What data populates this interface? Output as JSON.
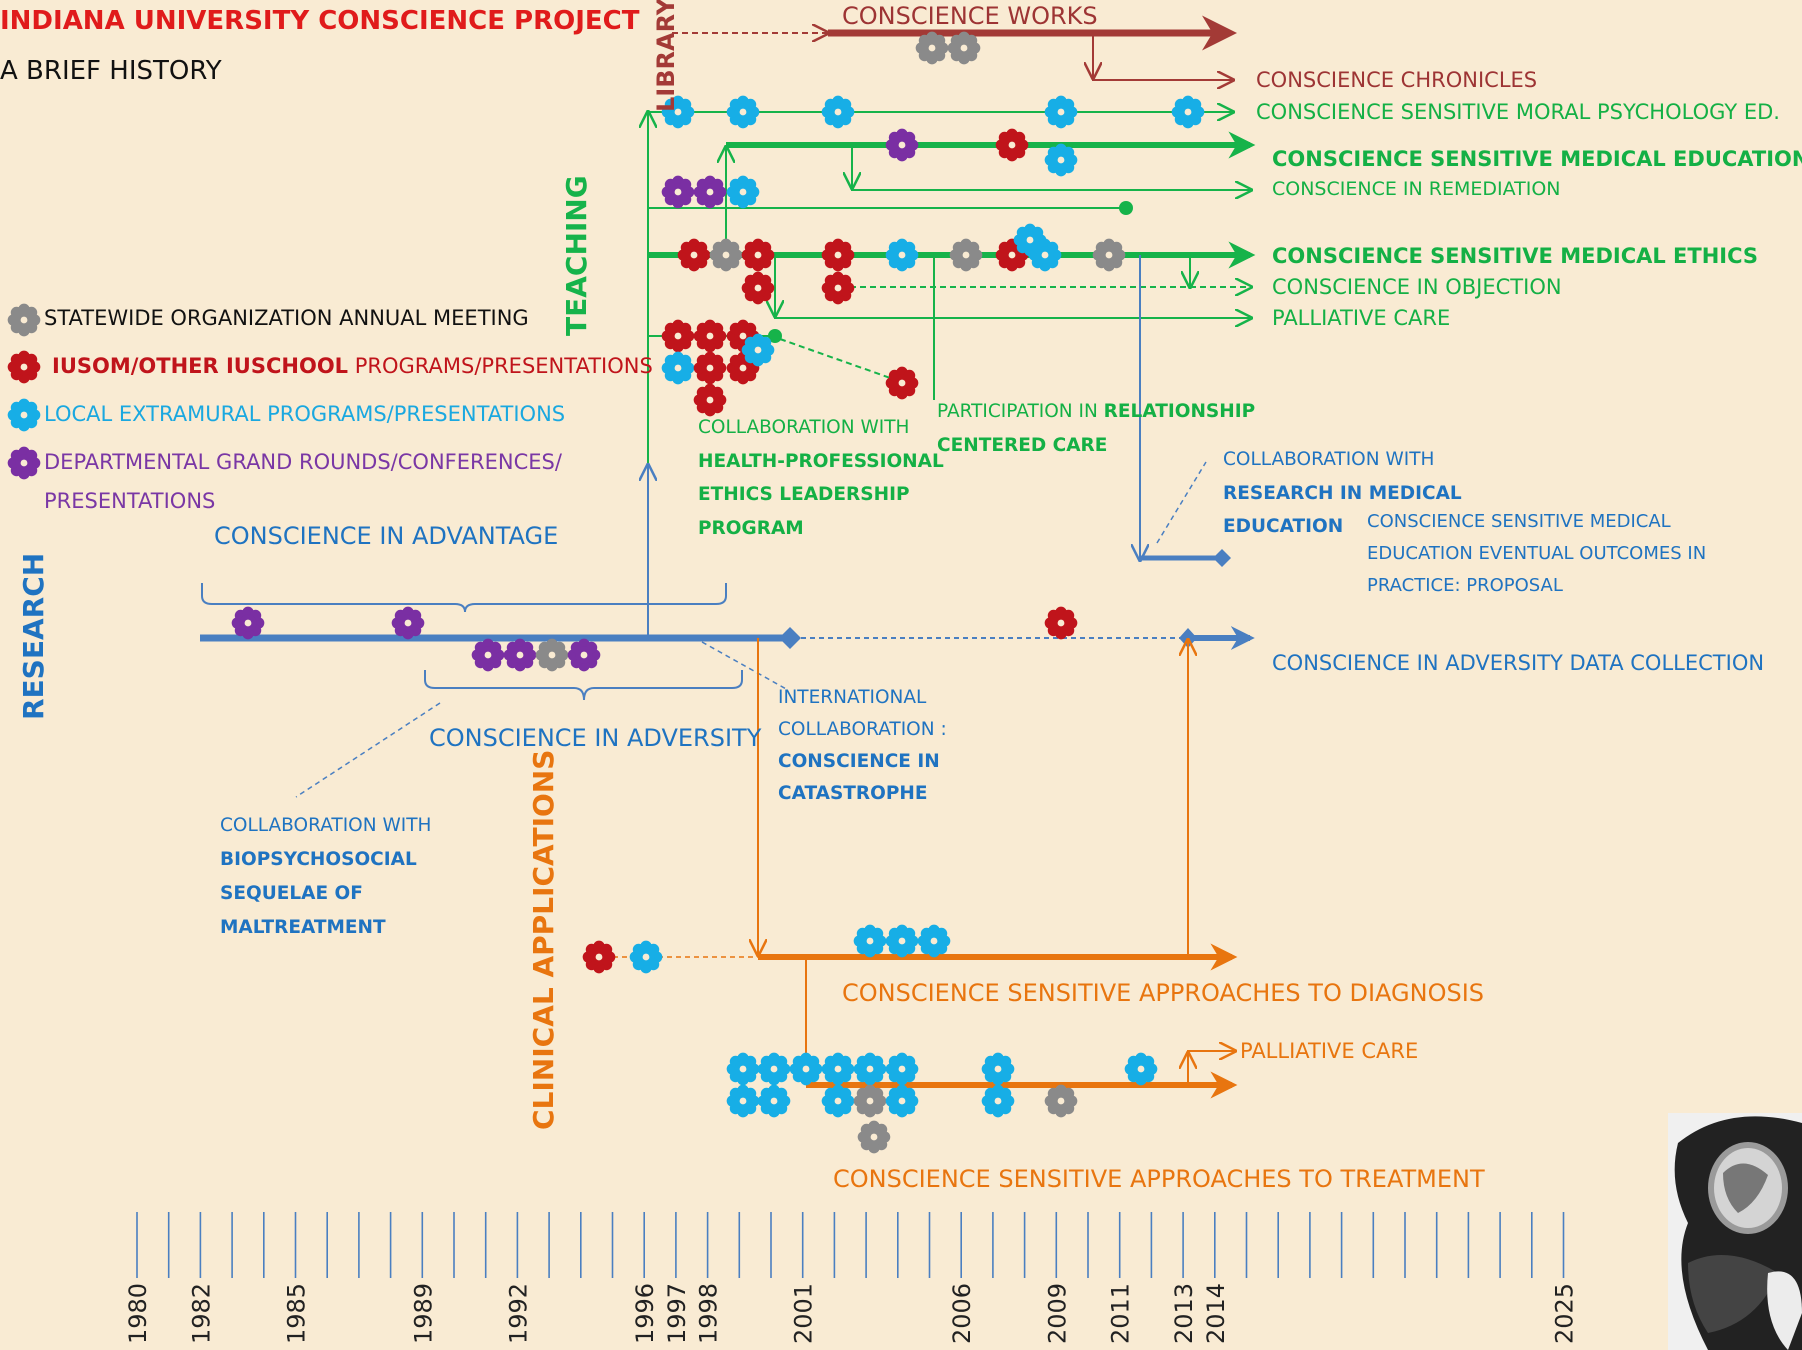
{
  "title": "INDIANA UNIVERSITY CONSCIENCE PROJECT",
  "subtitle": "A BRIEF HISTORY",
  "axis_labels": {
    "library": "LIBRARY",
    "teaching": "TEACHING",
    "research": "RESEARCH",
    "clinical": "CLINICAL APPLICATIONS"
  },
  "legend": {
    "statewide": "STATEWIDE ORGANIZATION ANNUAL MEETING",
    "iusom_bold": "IUSOM/OTHER IUSCHOOL",
    "iusom_rest": " PROGRAMS/PRESENTATIONS",
    "local": "LOCAL EXTRAMURAL PROGRAMS/PRESENTATIONS",
    "dept_line1": "DEPARTMENTAL GRAND ROUNDS/CONFERENCES/",
    "dept_line2": "PRESENTATIONS"
  },
  "tracks": {
    "works": "CONSCIENCE WORKS",
    "chronicles": "CONSCIENCE CHRONICLES",
    "moral_psych": "CONSCIENCE SENSITIVE MORAL  PSYCHOLOGY ED.",
    "med_ed": "CONSCIENCE SENSITIVE MEDICAL EDUCATION",
    "remediation": "CONSCIENCE IN REMEDIATION",
    "med_ethics": "CONSCIENCE SENSITIVE MEDICAL ETHICS",
    "objection": "CONSCIENCE IN OBJECTION",
    "palliative_teach": "PALLIATIVE  CARE",
    "advantage": "CONSCIENCE IN ADVANTAGE",
    "adversity": "CONSCIENCE IN ADVERSITY",
    "adversity_data": "CONSCIENCE IN ADVERSITY DATA COLLECTION",
    "diagnosis": "CONSCIENCE SENSITIVE APPROACHES TO DIAGNOSIS",
    "palliative_clin": "PALLIATIVE  CARE",
    "treatment": "CONSCIENCE SENSITIVE APPROACHES TO TREATMENT"
  },
  "notes": {
    "rcc_1": "PARTICIPATION IN ",
    "rcc_2": "RELATIONSHIP",
    "rcc_3": "CENTERED CARE",
    "hpel_1": "COLLABORATION WITH",
    "hpel_2": "HEALTH-PROFESSIONAL",
    "hpel_3": "ETHICS LEADERSHIP",
    "hpel_4": "PROGRAM",
    "rime_1": "COLLABORATION WITH",
    "rime_2": "RESEARCH IN MEDICAL",
    "rime_3": "EDUCATION",
    "proposal_1": "CONSCIENCE SENSITIVE MEDICAL",
    "proposal_2": "EDUCATION EVENTUAL OUTCOMES IN",
    "proposal_3": "PRACTICE: PROPOSAL",
    "intl_1": "INTERNATIONAL",
    "intl_2": "COLLABORATION :",
    "intl_3": "CONSCIENCE IN",
    "intl_4": "CATASTROPHE",
    "bsm_1": "COLLABORATION WITH",
    "bsm_2": "BIOPSYCHOSOCIAL",
    "bsm_3": "SEQUELAE OF",
    "bsm_4": "MALTREATMENT"
  },
  "timeline_years": [
    "1980",
    "1982",
    "1985",
    "1989",
    "1992",
    "1996",
    "1997",
    "1998",
    "2001",
    "2006",
    "2009",
    "2011",
    "2013",
    "2014",
    "2025"
  ],
  "colors": {
    "background": "#f9ebd3",
    "library": "#a33a36",
    "teaching": "#16b34a",
    "research": "#4a7fc1",
    "clinical": "#e8750f",
    "statewide": "#8a8a8a",
    "iusom": "#c0141b",
    "local": "#17aee6",
    "departmental": "#7a2fa3"
  }
}
